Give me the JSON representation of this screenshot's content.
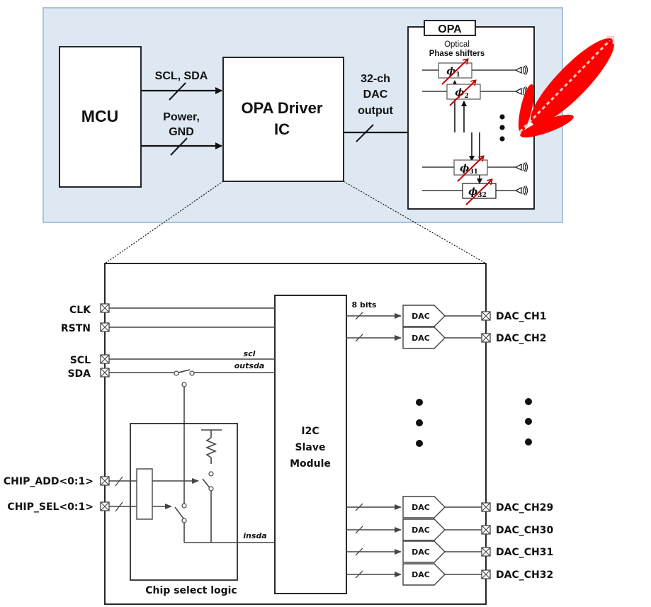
{
  "system": {
    "mcu_label": "MCU",
    "bus1_label": "SCL, SDA",
    "bus2_label_line1": "Power,",
    "bus2_label_line2": "GND",
    "driver_label_line1": "OPA Driver",
    "driver_label_line2": "IC",
    "dac_out_line1": "32-ch",
    "dac_out_line2": "DAC",
    "dac_out_line3": "output",
    "opa_title": "OPA",
    "opa_sub_line1": "Optical",
    "opa_sub_line2": "Phase shifters",
    "phase_shifters": [
      {
        "symbol": "ϕ",
        "index": "1"
      },
      {
        "symbol": "ϕ",
        "index": "2"
      },
      {
        "symbol": "ϕ",
        "index": "31"
      },
      {
        "symbol": "ϕ",
        "index": "32"
      }
    ],
    "colors": {
      "panel_bg": "#dde8f3",
      "panel_border": "#a9c4df",
      "beam": "#ff0000",
      "shifter_arrow": "#c00000"
    }
  },
  "driver_detail": {
    "input_pins": [
      {
        "name": "CLK"
      },
      {
        "name": "RSTN"
      },
      {
        "name": "SCL"
      },
      {
        "name": "SDA"
      },
      {
        "name": "CHIP_ADD<0:1>"
      },
      {
        "name": "CHIP_SEL<0:1>"
      }
    ],
    "signals": {
      "scl": "scl",
      "outsda": "outsda",
      "insda": "insda"
    },
    "i2c_line1": "I2C",
    "i2c_line2": "Slave",
    "i2c_line3": "Module",
    "bits_label": "8 bits",
    "dac_block_label": "DAC",
    "chip_select_label": "Chip select logic",
    "output_pins": [
      {
        "name": "DAC_CH1"
      },
      {
        "name": "DAC_CH2"
      },
      {
        "name": "DAC_CH29"
      },
      {
        "name": "DAC_CH30"
      },
      {
        "name": "DAC_CH31"
      },
      {
        "name": "DAC_CH32"
      }
    ]
  }
}
